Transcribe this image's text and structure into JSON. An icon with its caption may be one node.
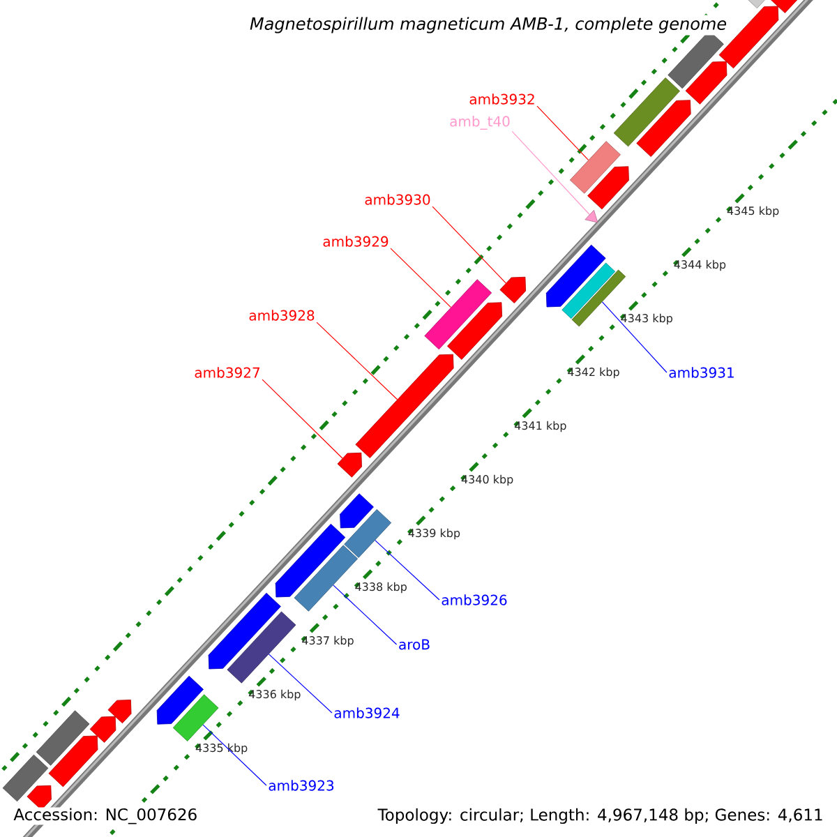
{
  "diagram": {
    "title": "Magnetospirillum magneticum AMB-1, complete genome",
    "nodes": [
      {
        "text": [
          "amb3932"
        ]
      },
      {
        "text": [
          "amb_t40"
        ]
      },
      {
        "text": [
          "amb3930"
        ]
      },
      {
        "text": [
          "amb3929"
        ]
      },
      {
        "text": [
          "amb3928"
        ]
      },
      {
        "text": [
          "amb3927"
        ]
      },
      {
        "text": [
          "amb3931"
        ]
      },
      {
        "text": [
          "amb3926"
        ]
      },
      {
        "text": [
          "aroB"
        ]
      },
      {
        "text": [
          "amb3924"
        ]
      },
      {
        "text": [
          "amb3923"
        ]
      },
      {
        "text": [],
        "shape": "arrow"
      },
      {
        "text": [],
        "shape": "box"
      },
      {
        "text": [],
        "shape": "arrow"
      },
      {
        "text": [],
        "shape": "box"
      },
      {
        "text": [],
        "shape": "arrow"
      },
      {
        "text": [],
        "shape": "arrow"
      },
      {
        "text": [],
        "shape": "arrow"
      },
      {
        "text": [],
        "shape": "box"
      },
      {
        "text": [],
        "shape": "arrow"
      },
      {
        "text": [],
        "shape": "box"
      },
      {
        "text": [],
        "shape": "arrow"
      },
      {
        "text": [],
        "shape": "box"
      },
      {
        "text": [],
        "shape": "box"
      },
      {
        "text": [],
        "shape": "arrow"
      },
      {
        "text": [],
        "shape": "arrow"
      },
      {
        "text": [],
        "shape": "arrow"
      },
      {
        "text": [],
        "shape": "box"
      },
      {
        "text": [],
        "shape": "arrow"
      },
      {
        "text": [],
        "shape": "arrow"
      },
      {
        "text": [],
        "shape": "arrow"
      },
      {
        "text": [],
        "shape": "box"
      },
      {
        "text": [],
        "shape": "box"
      },
      {
        "text": [],
        "shape": "triangle"
      },
      {
        "text": [],
        "shape": "arrow"
      },
      {
        "text": [],
        "shape": "box"
      },
      {
        "text": [],
        "shape": "box"
      },
      {
        "text": [],
        "shape": "arrow"
      },
      {
        "text": [],
        "shape": "arrow"
      },
      {
        "text": [],
        "shape": "box"
      },
      {
        "text": [],
        "shape": "arrow"
      },
      {
        "text": [],
        "shape": "arrow"
      },
      {
        "text": [],
        "shape": "box"
      }
    ],
    "edges": [
      {
        "from": 0,
        "to": 35,
        "arrow": "none"
      },
      {
        "from": 1,
        "to": 33,
        "arrow": "none",
        "color": "#ff99cc"
      },
      {
        "from": 2,
        "to": 29,
        "arrow": "none"
      },
      {
        "from": 3,
        "to": 27,
        "arrow": "none"
      },
      {
        "from": 4,
        "to": 26,
        "arrow": "none"
      },
      {
        "from": 5,
        "to": 25,
        "arrow": "none"
      },
      {
        "from": 6,
        "to": 32,
        "arrow": "none",
        "color": "#0000ff"
      },
      {
        "from": 7,
        "to": 23,
        "arrow": "none",
        "color": "#0000ff"
      },
      {
        "from": 8,
        "to": 22,
        "arrow": "none",
        "color": "#0000ff"
      },
      {
        "from": 9,
        "to": 20,
        "arrow": "none",
        "color": "#0000ff"
      },
      {
        "from": 10,
        "to": 18,
        "arrow": "none",
        "color": "#0000ff"
      }
    ],
    "labels": [
      "4345 kbp",
      "4344 kbp",
      "4343 kbp",
      "4342 kbp",
      "4341 kbp",
      "4340 kbp",
      "4339 kbp",
      "4338 kbp",
      "4337 kbp",
      "4336 kbp",
      "4335 kbp",
      "Accession: NC_007626",
      "Topology: circular; Length: 4,967,148 bp; Genes: 4,611"
    ]
  }
}
